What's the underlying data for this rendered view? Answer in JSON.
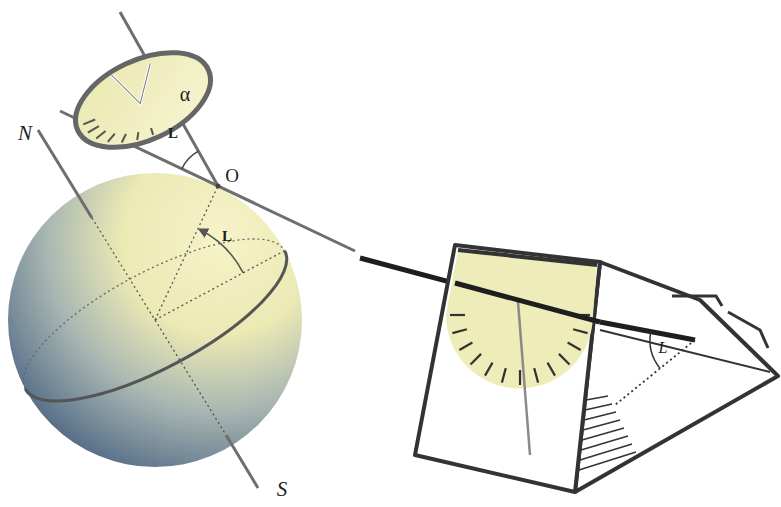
{
  "diagram": {
    "labels": [
      "α",
      "N",
      "L",
      "O",
      "L",
      "L",
      "S"
    ]
  }
}
